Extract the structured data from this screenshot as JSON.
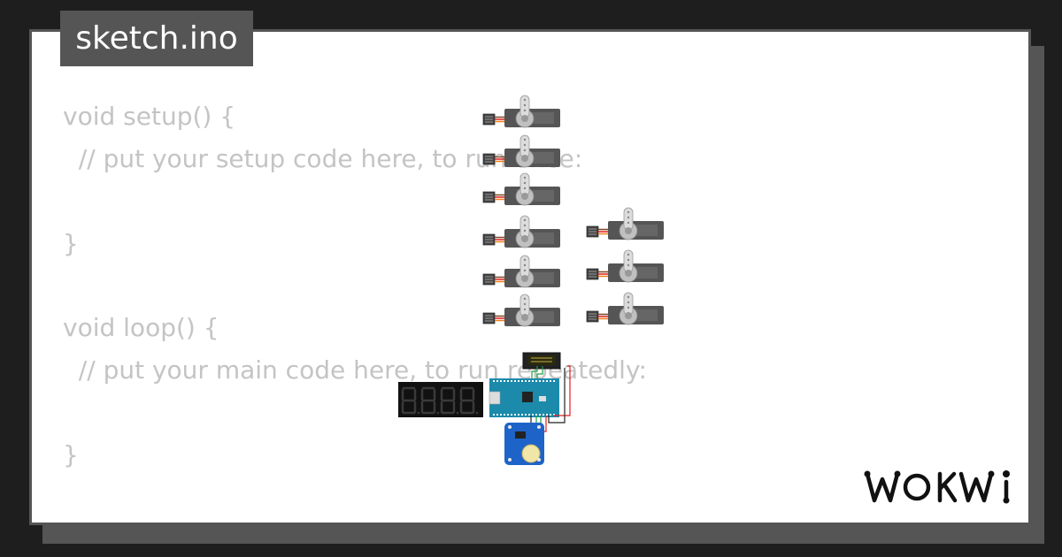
{
  "tab": {
    "title": "sketch.ino"
  },
  "code_lines": [
    "void setup() {",
    "  // put your setup code here, to run once:",
    "",
    "}",
    "",
    "void loop() {",
    "  // put your main code here, to run repeatedly:",
    "",
    "}"
  ],
  "brand": {
    "logo_text": "WOKWi"
  },
  "colors": {
    "frame": "#555555",
    "background": "#1e1e1e",
    "code_text": "#c4c4c4",
    "servo_body": "#555555",
    "arduino_board": "#1b8aab",
    "rtc_board": "#1e64c8",
    "wire_red": "#e02020",
    "wire_green": "#20a040",
    "display_segment": "#3a3a3a"
  },
  "components": {
    "servos": [
      "servo-1",
      "servo-2",
      "servo-3",
      "servo-4",
      "servo-5",
      "servo-6",
      "servo-7",
      "servo-8",
      "servo-9"
    ],
    "display": "seven-segment-display",
    "board": "arduino-nano",
    "rtc": "rtc-module",
    "lcd": "lcd-module"
  }
}
